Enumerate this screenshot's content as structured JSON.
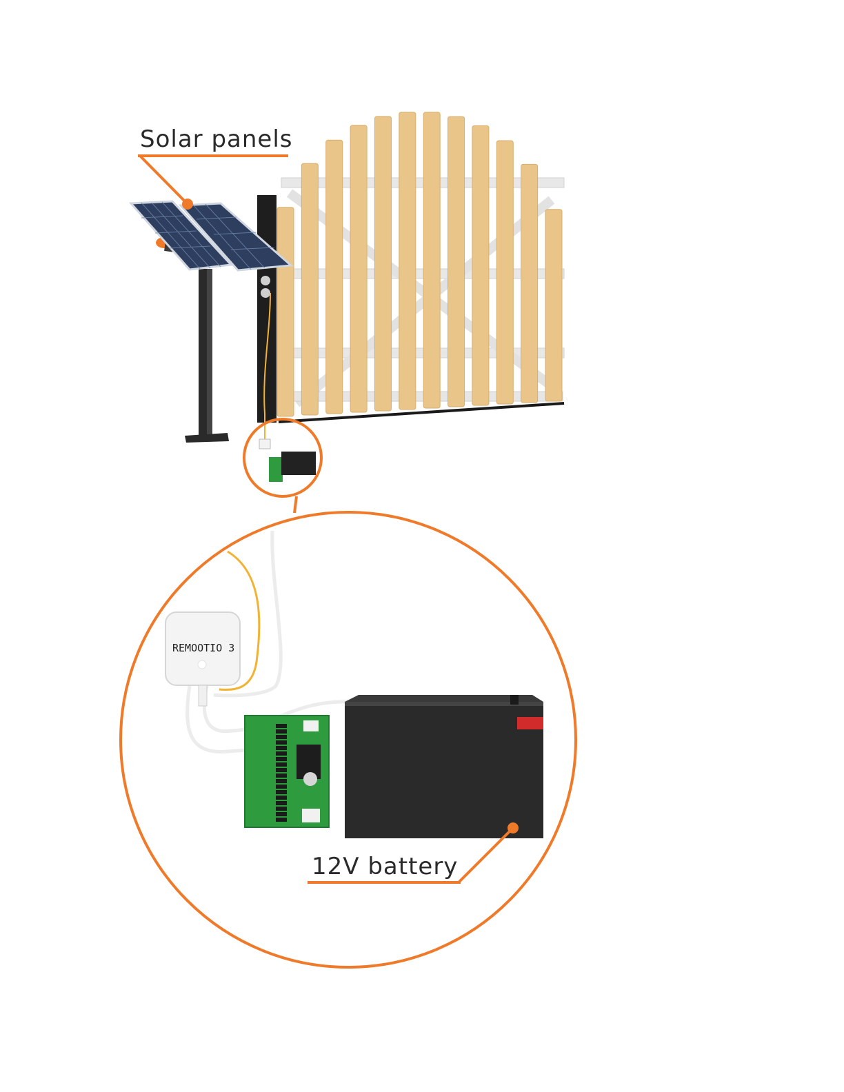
{
  "labels": {
    "solar_panels": "Solar panels",
    "battery": "12V battery",
    "device_name": "REMOOTIO 3"
  },
  "colors": {
    "accent": "#ef7a2a",
    "wood": "#e9c58a",
    "wood_edge": "#d9ae6c",
    "frame": "#e8e8e8",
    "post": "#1e1e1e",
    "panel": "#2d3e5e",
    "pcb": "#2d9b3e",
    "battery": "#2a2a2a",
    "battery_red": "#d22b2b",
    "cable_orange": "#f2b233"
  },
  "icons": {
    "gate": "wooden-gate-icon",
    "solar": "solar-panel-icon",
    "device": "remootio-device-icon",
    "board": "pcb-board-icon",
    "battery": "battery-icon"
  }
}
